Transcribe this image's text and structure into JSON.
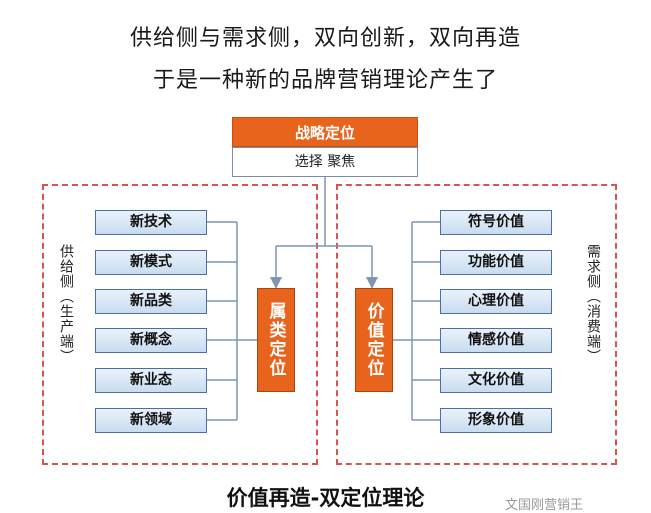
{
  "header": {
    "line1": "供给侧与需求侧，双向创新，双向再造",
    "line2": "于是一种新的品牌营销理论产生了"
  },
  "top": {
    "title": "战略定位",
    "subtitle": "选择 聚焦"
  },
  "left_panel": {
    "label": "供给侧（生产端）",
    "center_box": "属类定位",
    "items": [
      "新技术",
      "新模式",
      "新品类",
      "新概念",
      "新业态",
      "新领域"
    ]
  },
  "right_panel": {
    "label": "需求侧（消费端）",
    "center_box": "价值定位",
    "items": [
      "符号价值",
      "功能价值",
      "心理价值",
      "情感价值",
      "文化价值",
      "形象价值"
    ]
  },
  "footer": {
    "title": "价值再造-双定位理论",
    "watermark": "文国刚营销王"
  },
  "colors": {
    "accent_orange": "#e8641c",
    "item_fill": "#c9dcf0",
    "item_border": "#4a6fa0",
    "panel_border": "#d9534f",
    "connector": "#7f95b0"
  }
}
